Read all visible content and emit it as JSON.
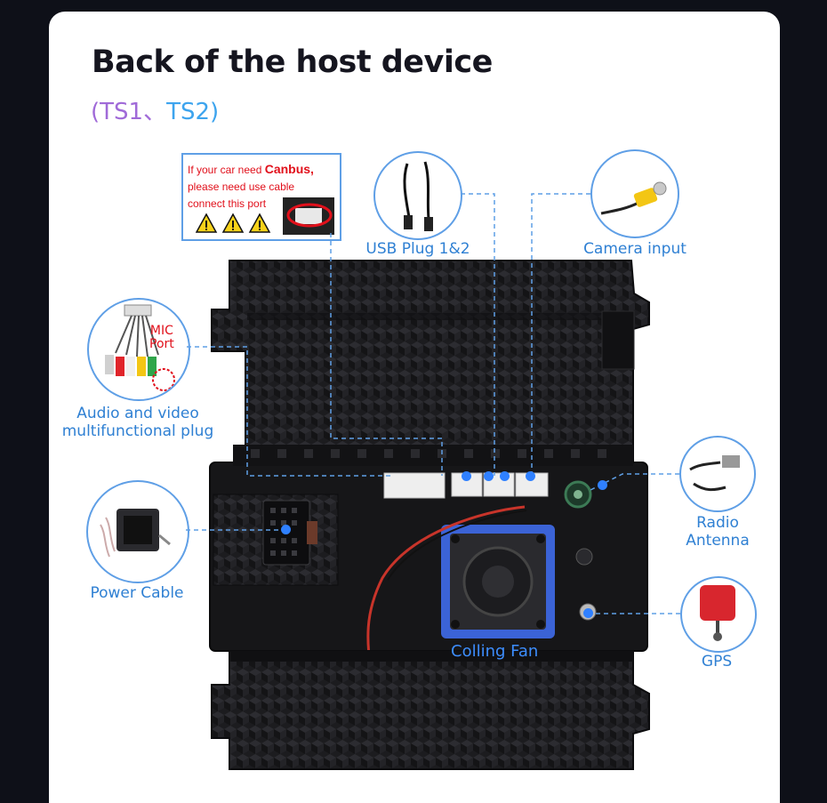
{
  "title": "Back of the host device",
  "subtitle": {
    "open": "(",
    "ts1": "TS1",
    "sep": "、",
    "ts2": "TS2",
    "close": ")"
  },
  "notice": {
    "line1_prefix": "If your car need ",
    "line1_bold": "Canbus,",
    "line2": "please need use cable",
    "line3": "connect this port"
  },
  "labels": {
    "usb": "USB Plug 1&2",
    "camera": "Camera input",
    "mic_line1": "MIC",
    "mic_line2": "Port",
    "av_line1": "Audio and video",
    "av_line2": "multifunctional plug",
    "power": "Power Cable",
    "radio_line1": "Radio",
    "radio_line2": "Antenna",
    "gps": "GPS",
    "fan": "Colling Fan"
  },
  "colors": {
    "label_blue": "#2f80d3",
    "notice_red": "#e1101b",
    "fan_blue": "#3b63d6",
    "dot_blue": "#2f80ff"
  }
}
